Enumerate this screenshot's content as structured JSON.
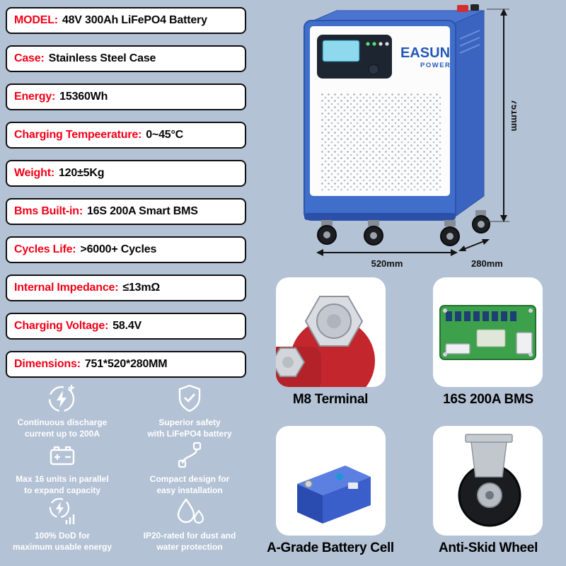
{
  "colors": {
    "background": "#b4c2d5",
    "accent_red": "#f30017",
    "battery_blue": "#3f6ecb"
  },
  "specs": [
    {
      "label": "MODEL:",
      "value": "48V 300Ah LiFePO4 Battery"
    },
    {
      "label": "Case:",
      "value": "Stainless Steel Case"
    },
    {
      "label": "Energy:",
      "value": "15360Wh"
    },
    {
      "label": "Charging Tempeerature:",
      "value": "0~45°C"
    },
    {
      "label": "Weight:",
      "value": "120±5Kg"
    },
    {
      "label": "Bms Built-in:",
      "value": "16S 200A Smart BMS"
    },
    {
      "label": "Cycles Life:",
      "value": ">6000+ Cycles"
    },
    {
      "label": "Internal Impedance:",
      "value": "≤13mΩ"
    },
    {
      "label": "Charging Voltage:",
      "value": "58.4V"
    },
    {
      "label": "Dimensions:",
      "value": "751*520*280MM"
    }
  ],
  "features": [
    {
      "icon": "lightning-circle-icon",
      "text": "Continuous discharge\ncurrent up to 200A"
    },
    {
      "icon": "shield-check-icon",
      "text": "Superior safety\nwith LiFePO4 battery"
    },
    {
      "icon": "battery-icon",
      "text": "Max 16 units in parallel\nto expand capacity"
    },
    {
      "icon": "cable-icon",
      "text": "Compact design for\neasy installation"
    },
    {
      "icon": "bolt-meter-icon",
      "text": "100% DoD for\nmaximum usable energy"
    },
    {
      "icon": "water-drops-icon",
      "text": "IP20-rated for dust and\nwater protection"
    }
  ],
  "battery": {
    "brand_top": "EASUN",
    "brand_bottom": "POWER",
    "dim_height": "751mm",
    "dim_width": "520mm",
    "dim_depth": "280mm"
  },
  "detail_cards": [
    {
      "caption": "M8 Terminal"
    },
    {
      "caption": "16S 200A BMS"
    },
    {
      "caption": "A-Grade Battery Cell"
    },
    {
      "caption": "Anti-Skid Wheel"
    }
  ]
}
